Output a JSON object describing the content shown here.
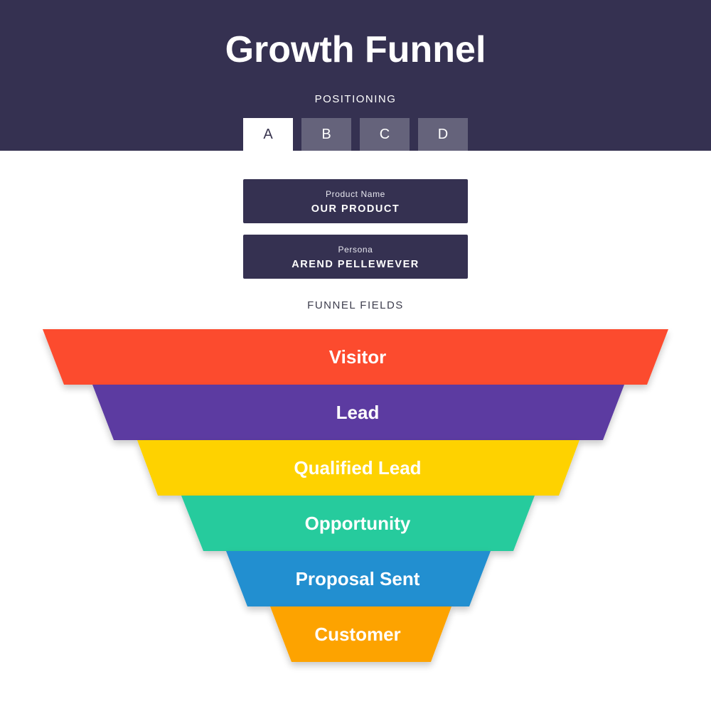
{
  "header": {
    "title": "Growth Funnel",
    "positioning_label": "POSITIONING",
    "tabs": [
      {
        "label": "A",
        "active": true
      },
      {
        "label": "B",
        "active": false
      },
      {
        "label": "C",
        "active": false
      },
      {
        "label": "D",
        "active": false
      }
    ]
  },
  "fields": {
    "product": {
      "label": "Product Name",
      "value": "OUR PRODUCT"
    },
    "persona": {
      "label": "Persona",
      "value": "AREND PELLEWEVER"
    }
  },
  "funnel": {
    "section_label": "FUNNEL FIELDS",
    "stages": [
      {
        "label": "Visitor",
        "color": "#fc4b2e"
      },
      {
        "label": "Lead",
        "color": "#5c3aa1"
      },
      {
        "label": "Qualified Lead",
        "color": "#fed200"
      },
      {
        "label": "Opportunity",
        "color": "#27cb9d"
      },
      {
        "label": "Proposal Sent",
        "color": "#248fd0"
      },
      {
        "label": "Customer",
        "color": "#fda300"
      }
    ]
  },
  "colors": {
    "header_bg": "#353151",
    "tab_inactive": "#65637b",
    "tab_active": "#ffffff"
  }
}
